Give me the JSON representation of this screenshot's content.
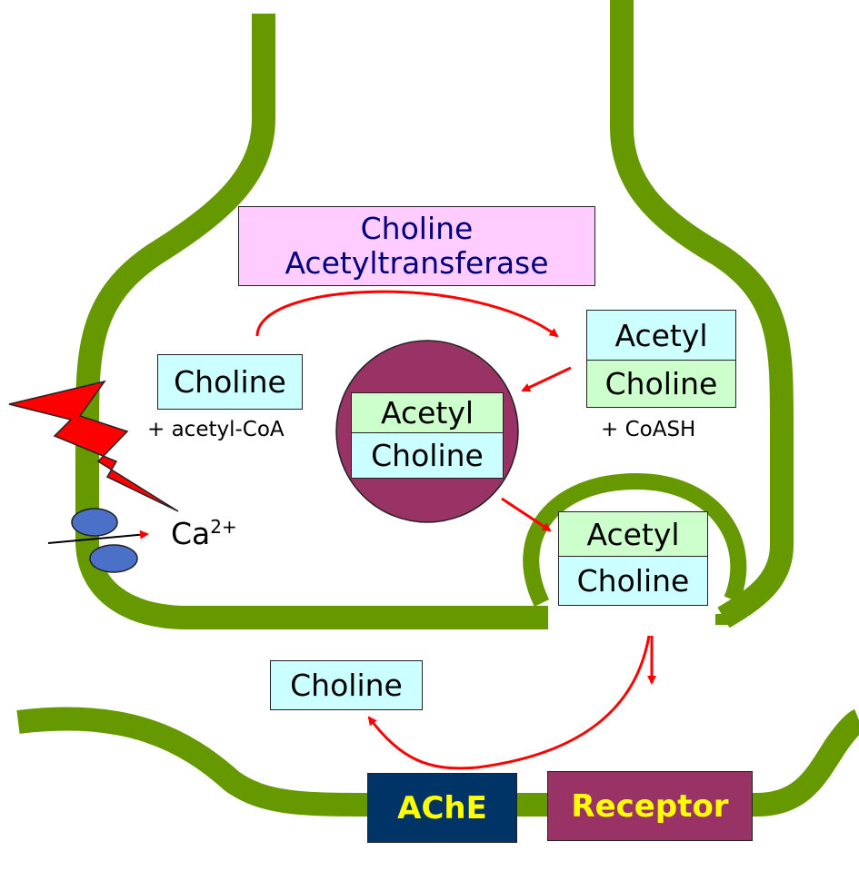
{
  "enzyme_box": {
    "line1": "Choline",
    "line2": "Acetyltransferase"
  },
  "precursor": {
    "choline": "Choline",
    "cofactor": "+ acetyl-CoA"
  },
  "product": {
    "acetyl": "Acetyl",
    "choline": "Choline",
    "byproduct": "+ CoASH"
  },
  "vesicle": {
    "acetyl": "Acetyl",
    "choline": "Choline"
  },
  "fusing_vesicle": {
    "acetyl": "Acetyl",
    "choline": "Choline"
  },
  "calcium": {
    "symbol": "Ca",
    "charge": "2+"
  },
  "recycled": {
    "choline": "Choline"
  },
  "ache": {
    "label": "AChE"
  },
  "receptor": {
    "label": "Receptor"
  },
  "colors": {
    "membrane": "#669900",
    "enzyme_bg": "#ffccff",
    "vesicle": "#993366",
    "arrow": "#ff0000",
    "ache_bg": "#003366",
    "receptor_bg": "#993366",
    "label_yellow": "#ffff00",
    "channel": "#4a70c8"
  }
}
